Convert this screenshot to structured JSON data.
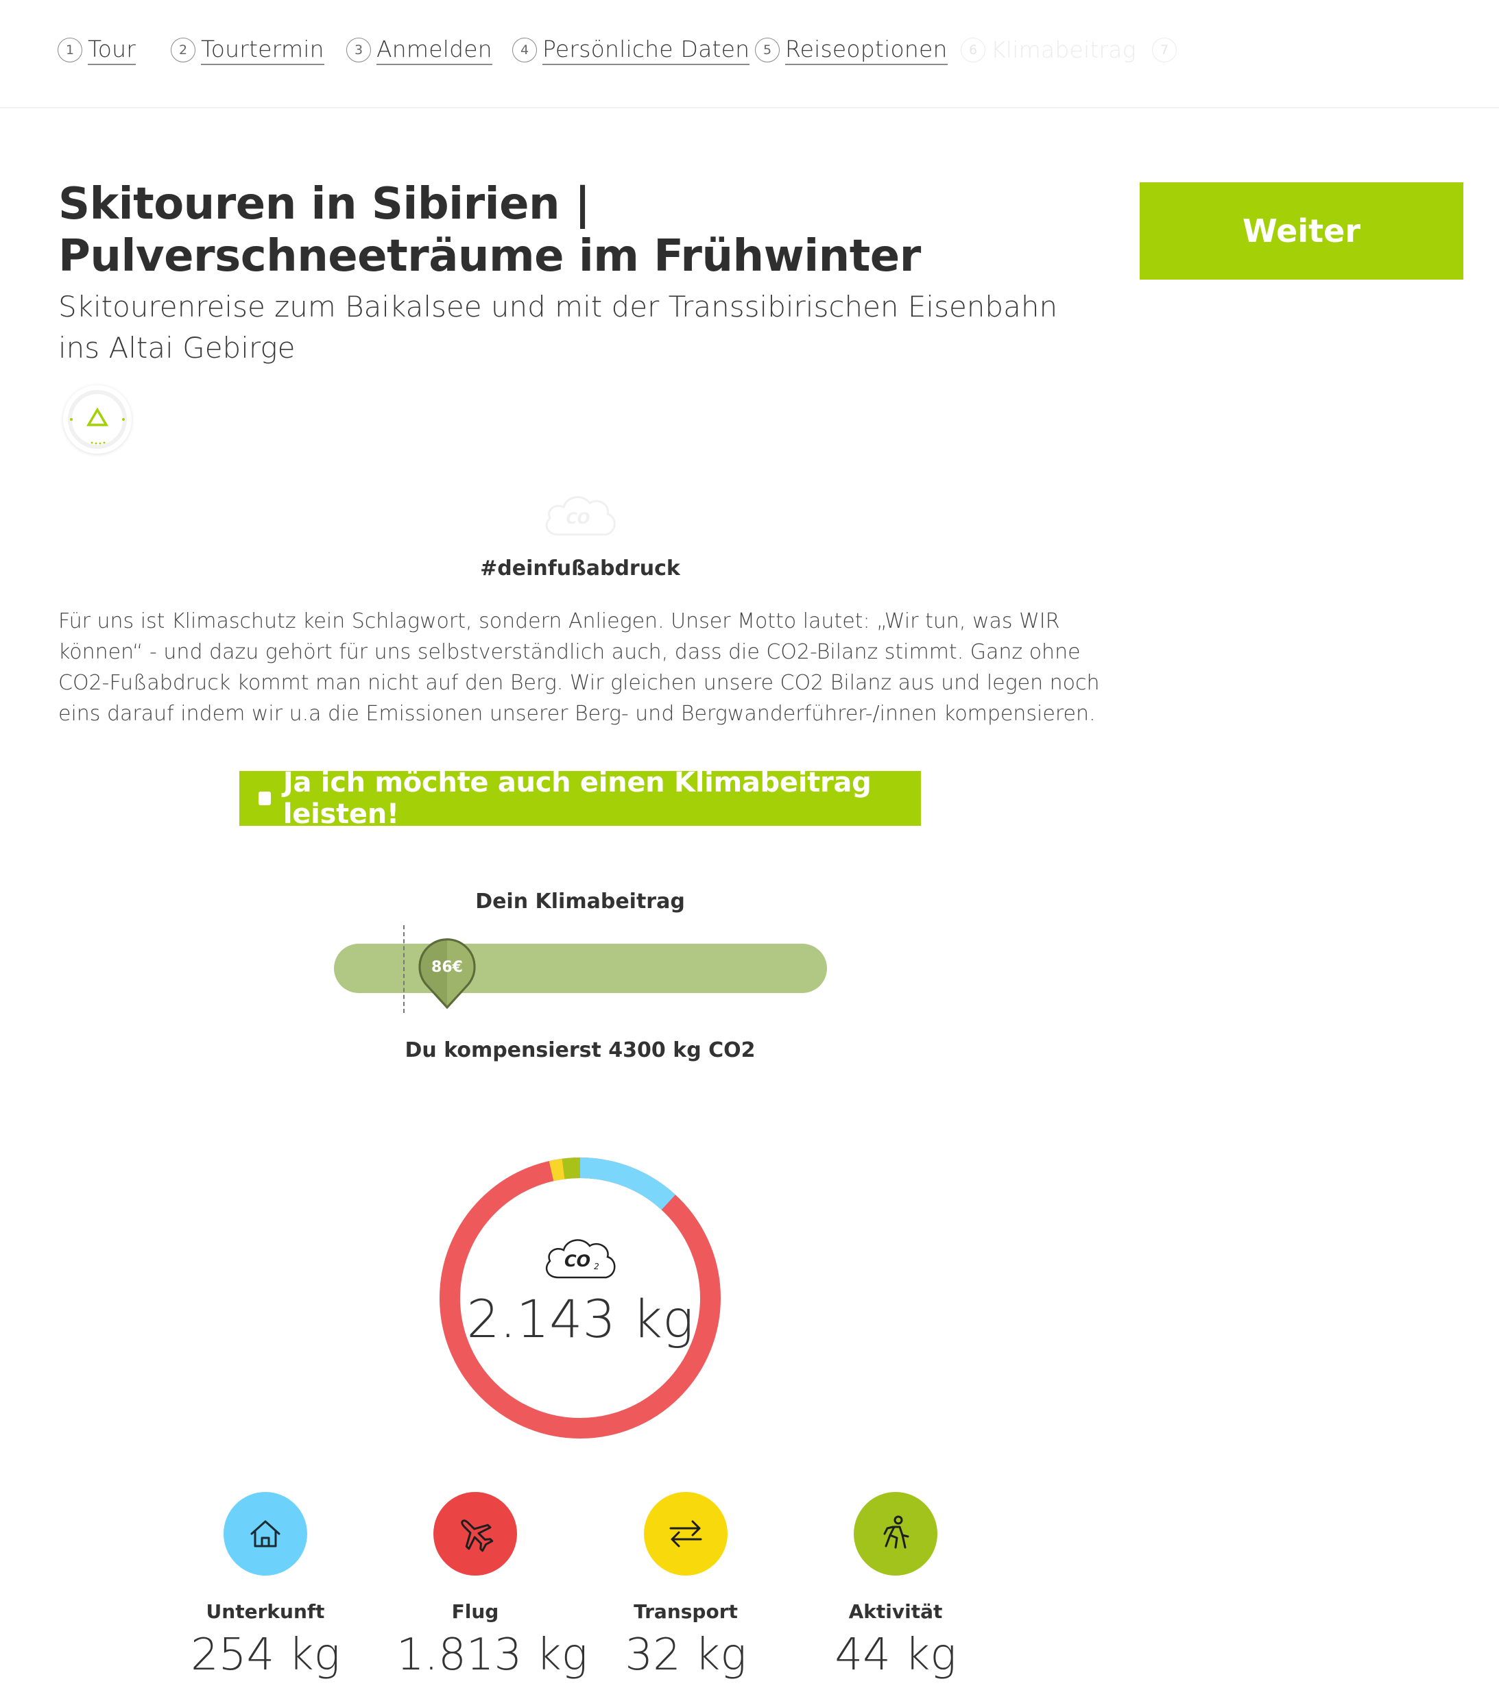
{
  "steps": [
    {
      "num": "1",
      "label": "Tour"
    },
    {
      "num": "2",
      "label": "Tourtermin"
    },
    {
      "num": "3",
      "label": "Anmelden"
    },
    {
      "num": "4",
      "label": "Persönliche Daten"
    },
    {
      "num": "5",
      "label": "Reiseoptionen"
    },
    {
      "num": "6",
      "label": "Klimabeitrag"
    },
    {
      "num": "7",
      "label": ""
    }
  ],
  "header": {
    "title": "Skitouren in Sibirien | Pulverschneeträume im Frühwinter",
    "subtitle": "Skitourenreise zum Baikalsee und mit der Transsibirischen Eisenbahn ins Altai Gebirge",
    "next_button": "Weiter"
  },
  "footprint": {
    "hashtag": "#deinfußabdruck",
    "intro": "Für uns ist Klimaschutz kein Schlagwort, sondern Anliegen. Unser Motto lautet: „Wir tun, was WIR können“ - und dazu gehört für uns selbstverständlich auch, dass die CO2-Bilanz stimmt. Ganz ohne CO2-Fußabdruck kommt man nicht auf den Berg. Wir gleichen unsere CO2 Bilanz aus und legen noch eins darauf indem wir u.a die Emissionen unserer Berg- und Bergwanderführer-/innen kompensieren.",
    "cta_label": "Ja ich möchte auch einen Klimabeitrag leisten!",
    "cta_checked": false,
    "contribution_label": "Dein Klimabeitrag",
    "contribution_value": "86€",
    "contribution_position": 0.19,
    "compensation_text": "Du kompensierst 4300 kg CO2",
    "cloud_text": "CO",
    "cloud_sub": "2",
    "total": "2.143 kg"
  },
  "categories": [
    {
      "name": "Unterkunft",
      "value": "254 kg",
      "kg": 254,
      "color": "#6cd1fb",
      "icon": "house-icon"
    },
    {
      "name": "Flug",
      "value": "1.813 kg",
      "kg": 1813,
      "color": "#ea4444",
      "icon": "plane-icon"
    },
    {
      "name": "Transport",
      "value": "32 kg",
      "kg": 32,
      "color": "#f7d90c",
      "icon": "arrows-icon"
    },
    {
      "name": "Aktivität",
      "value": "44 kg",
      "kg": 44,
      "color": "#a2c21c",
      "icon": "hiker-icon"
    }
  ],
  "colors": {
    "accent": "#a3d007",
    "slider_track": "#b1c784",
    "handle": "#8ea35c",
    "ring_flug": "#ee5a5c",
    "ring_unterkunft": "#7ad7fb",
    "ring_transport": "#f7d629",
    "ring_aktivitaet": "#a9c21a"
  }
}
